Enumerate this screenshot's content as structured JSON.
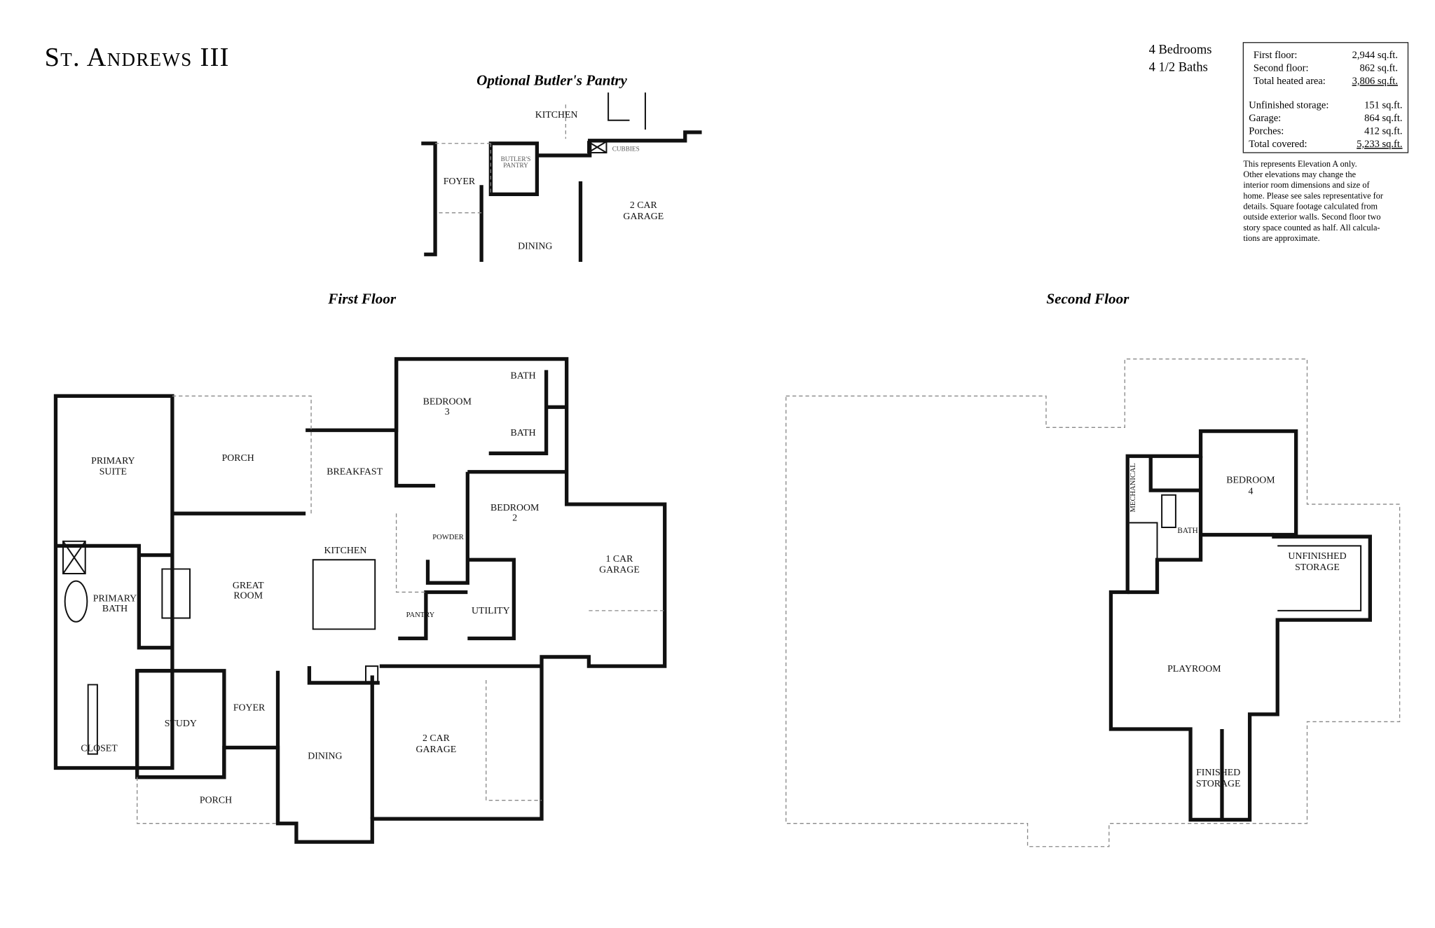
{
  "title": "St. Andrews III",
  "summary": {
    "bedrooms": "4 Bedrooms",
    "baths": "4 1/2  Baths"
  },
  "areas": {
    "heated": [
      {
        "label": "First floor:",
        "value": "2,944 sq.ft."
      },
      {
        "label": "Second floor:",
        "value": "862 sq.ft."
      },
      {
        "label": "Total heated area:",
        "value": "3,806 sq.ft."
      }
    ],
    "other": [
      {
        "label": "Unfinished storage:",
        "value": "151 sq.ft."
      },
      {
        "label": "Garage:",
        "value": "864 sq.ft."
      },
      {
        "label": "Porches:",
        "value": "412 sq.ft."
      },
      {
        "label": "Total covered:",
        "value": "5,233 sq.ft."
      }
    ]
  },
  "disclaimer": [
    "This represents Elevation A only.",
    "Other elevations may change the",
    "interior room dimensions and size of",
    "home. Please see sales representative for",
    "details. Square footage calculated from",
    "outside exterior walls. Second floor two",
    "story space counted as half. All calcula-",
    "tions are approximate."
  ],
  "butler_inset": {
    "caption": "Optional Butler's Pantry",
    "rooms": [
      "KITCHEN",
      "BUTLER'S",
      "PANTRY",
      "CUBBIES",
      "FOYER",
      "DINING",
      "2 CAR",
      "GARAGE"
    ]
  },
  "first_floor": {
    "caption": "First Floor",
    "rooms": [
      "PRIMARY",
      "SUITE",
      "PORCH",
      "BREAKFAST",
      "BEDROOM",
      "3",
      "BATH",
      "BATH",
      "BEDROOM",
      "2",
      "POWDER",
      "KITCHEN",
      "1 CAR",
      "GARAGE",
      "PRIMARY",
      "BATH",
      "GREAT",
      "ROOM",
      "PANTRY",
      "UTILITY",
      "STUDY",
      "FOYER",
      "CLOSET",
      "DINING",
      "2 CAR",
      "GARAGE",
      "PORCH"
    ]
  },
  "second_floor": {
    "caption": "Second Floor",
    "rooms": [
      "MECHANICAL",
      "BEDROOM",
      "4",
      "BATH",
      "UNFINISHED",
      "STORAGE",
      "PLAYROOM",
      "FINISHED",
      "STORAGE"
    ]
  }
}
